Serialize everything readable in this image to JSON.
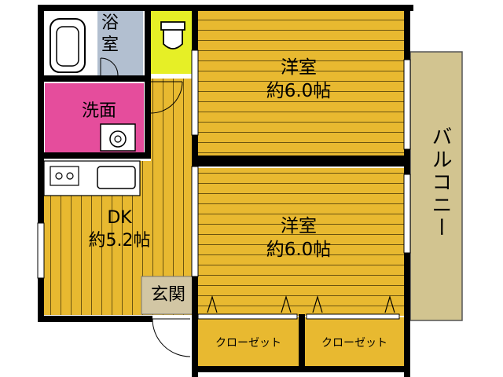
{
  "floor_plan": {
    "rooms": {
      "western_top": {
        "name": "洋室",
        "size": "約6.0帖"
      },
      "western_bottom": {
        "name": "洋室",
        "size": "約6.0帖"
      },
      "dk": {
        "name": "DK",
        "size": "約5.2帖"
      },
      "bath": {
        "name": "浴室"
      },
      "washroom": {
        "name": "洗面"
      },
      "entrance": {
        "name": "玄関"
      },
      "balcony": {
        "name": "バルコニー"
      },
      "closet_left": {
        "name": "クローゼット"
      },
      "closet_right": {
        "name": "クローゼット"
      }
    },
    "colors": {
      "wood_floor": "#e8b930",
      "washroom": "#e54d9c",
      "toilet": "#e6ef26",
      "bath": "#b2bfd0",
      "balcony": "#d2c490",
      "entrance": "#d2c6a4",
      "wall": "#000000"
    }
  }
}
